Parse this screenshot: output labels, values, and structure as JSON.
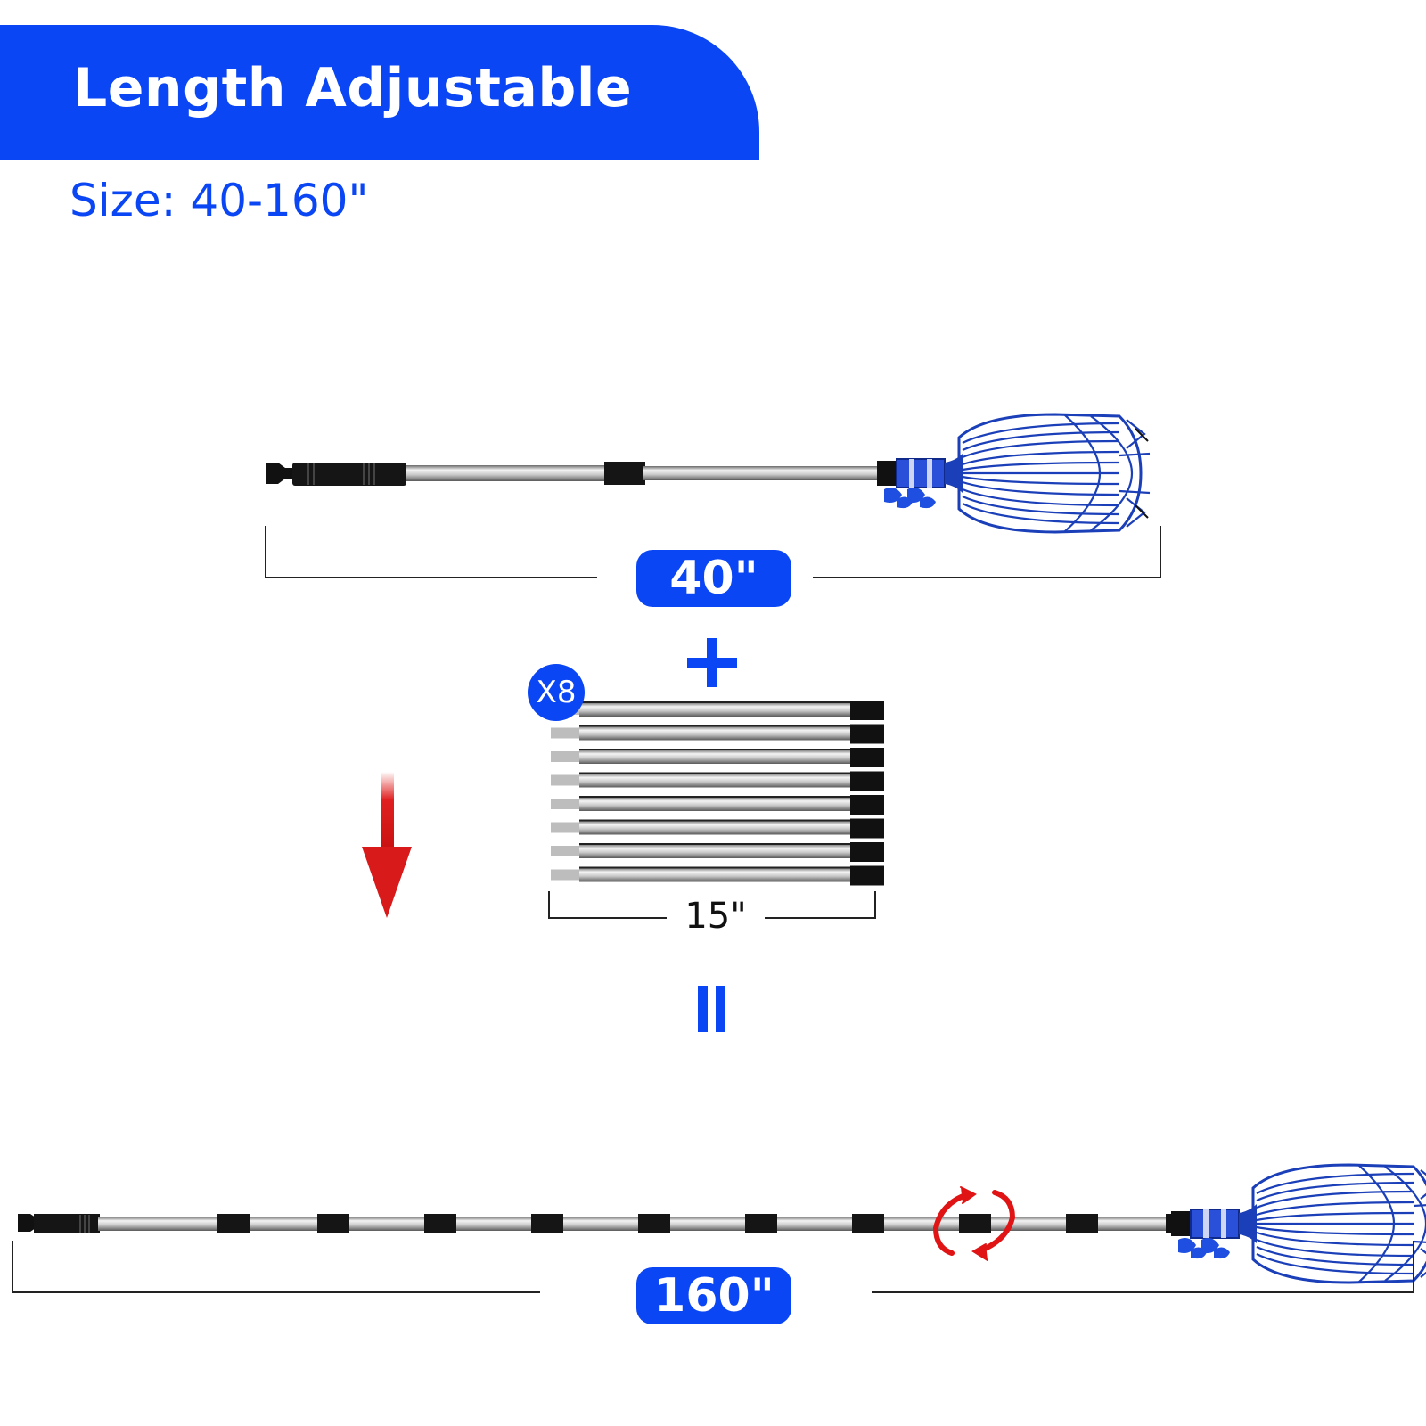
{
  "header": {
    "title": "Length Adjustable"
  },
  "size": {
    "label": "Size: 40-160\""
  },
  "short_pole": {
    "length_label": "40\""
  },
  "extensions": {
    "count_label": "X8",
    "length_label": "15\""
  },
  "long_pole": {
    "length_label": "160\""
  },
  "icons": {
    "plus": "plus-icon",
    "equals": "equals-icon",
    "arrow": "arrow-down-icon",
    "rotate": "rotate-icon"
  },
  "colors": {
    "brand_blue": "#0b46f5",
    "basket_blue": "#1a3fb8",
    "arrow_red": "#d91a1a",
    "grip_black": "#111111"
  }
}
